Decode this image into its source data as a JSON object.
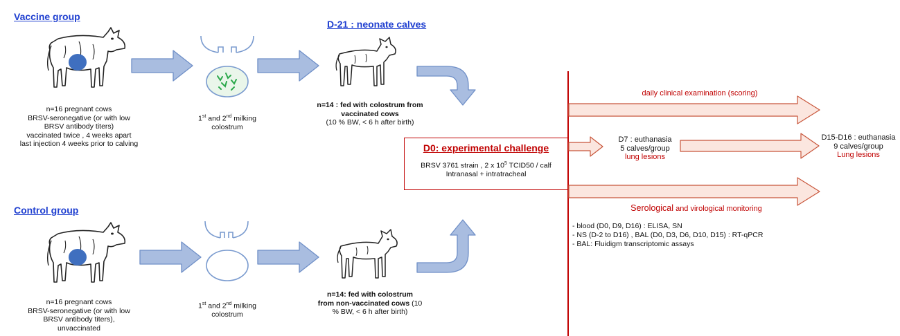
{
  "vaccine_group": {
    "title": "Vaccine group",
    "cow_description": [
      "n=16 pregnant cows",
      "BRSV-seronegative (or with low",
      "BRSV antibody titers)",
      "vaccinated twice , 4 weeks apart",
      "last injection 4 weeks prior to calving"
    ],
    "milking": [
      "1st and 2nd milking",
      "colostrum"
    ],
    "calves_header": "D-21 : neonate calves",
    "calves_bold": [
      "n=14 : fed with colostrum from",
      "vaccinated cows"
    ],
    "calves_sub": "(10 % BW, < 6 h after birth)"
  },
  "control_group": {
    "title": "Control group",
    "cow_description": [
      "n=16 pregnant cows",
      "BRSV-seronegative (or with low",
      "BRSV antibody titers),",
      "unvaccinated"
    ],
    "milking": [
      "1st and 2nd milking",
      "colostrum"
    ],
    "calves_bold_1": "n=14:  fed with colostrum",
    "calves_bold_2": "from non-vaccinated cows",
    "calves_tail_2": " (10",
    "calves_sub": "% BW, < 6 h after birth)"
  },
  "challenge": {
    "title": "D0: experimental challenge",
    "line1": "BRSV 3761 strain , 2 x 10",
    "line1_sup": "5",
    "line1_tail": " TCID50 / calf",
    "line2": "Intranasal + intratracheal"
  },
  "outcomes": {
    "clinical": "daily clinical examination (scoring)",
    "d7": [
      "D7 : euthanasia",
      "5 calves/group"
    ],
    "d7_lesions": "lung lesions",
    "d15": [
      "D15-D16 : euthanasia",
      "9 calves/group"
    ],
    "d15_lesions": "Lung lesions",
    "monitoring_1": "Serological",
    "monitoring_2": " and virological monitoring",
    "monitoring_list": [
      "- blood (D0, D9, D16) : ELISA, SN",
      "- NS (D-2 to D16) , BAL (D0, D3, D6, D10, D15) : RT-qPCR",
      "- BAL: Fluidigm  transcriptomic assays"
    ]
  },
  "colors": {
    "arrow_blue_fill": "#a9bde0",
    "arrow_blue_stroke": "#6f8fc7",
    "arrow_red_fill": "#fbe6df",
    "arrow_red_stroke": "#c8553a",
    "timeline": "#c00000",
    "title_blue": "#1f3fd0",
    "cow_spot": "#3f6fbf"
  }
}
